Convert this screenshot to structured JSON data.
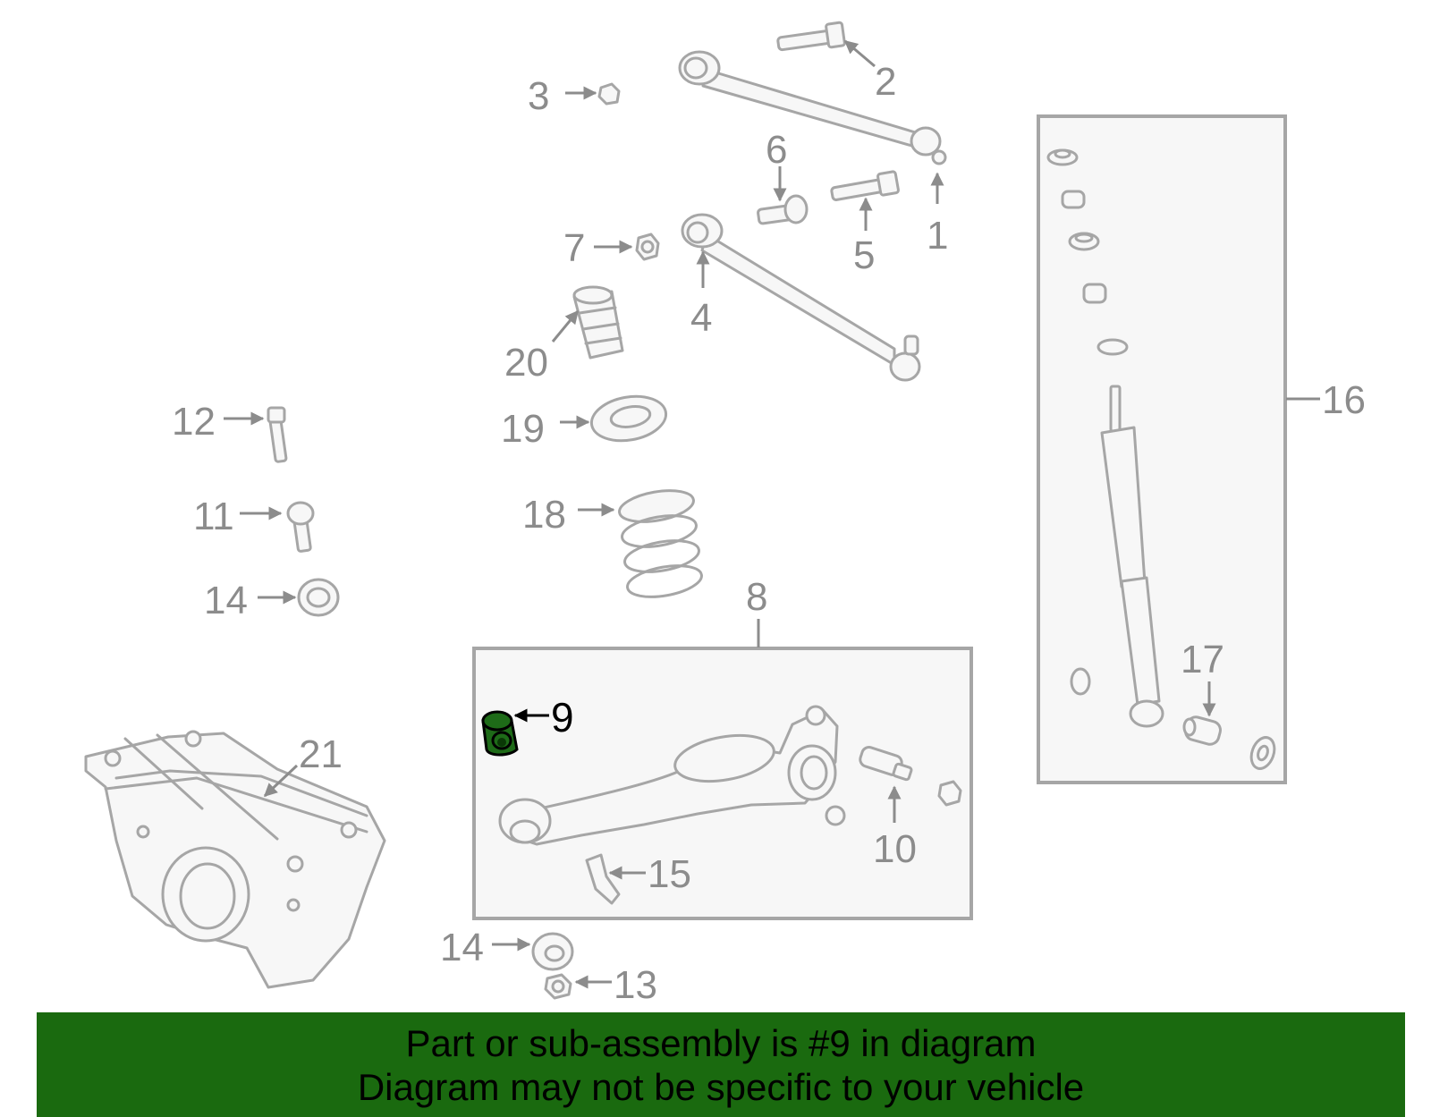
{
  "callouts": {
    "n1": "1",
    "n2": "2",
    "n3": "3",
    "n4": "4",
    "n5": "5",
    "n6": "6",
    "n7": "7",
    "n8": "8",
    "n9": "9",
    "n10": "10",
    "n11": "11",
    "n12": "12",
    "n13": "13",
    "n14a": "14",
    "n14b": "14",
    "n15": "15",
    "n16": "16",
    "n17": "17",
    "n18": "18",
    "n19": "19",
    "n20": "20",
    "n21": "21"
  },
  "highlight": {
    "part_number": "9",
    "color": "#1e6b18"
  },
  "banner": {
    "line1": "Part or sub-assembly is #9 in diagram",
    "line2": "Diagram may not be specific to your vehicle",
    "background": "#1a6a0f"
  },
  "colors": {
    "part_outline": "#a6a6a6",
    "label": "#8c8c8c"
  }
}
